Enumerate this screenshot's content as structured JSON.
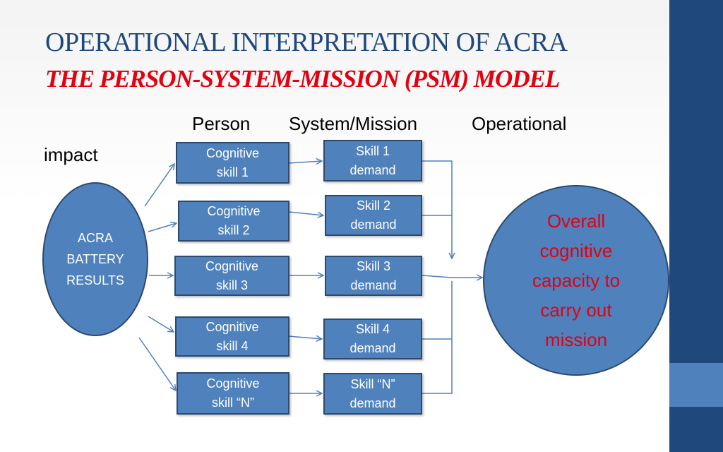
{
  "slide": {
    "title": "OPERATIONAL INTERPRETATION OF ACRA",
    "subtitle": "THE PERSON-SYSTEM-MISSION (PSM) MODEL",
    "headers": {
      "person": "Person",
      "system_mission": "System/Mission",
      "operational": "Operational",
      "impact": "impact"
    },
    "source_node": "ACRA\nBATTERY\nRESULTS",
    "cognitive_skills": [
      "Cognitive\nskill 1",
      "Cognitive\nskill 2",
      "Cognitive\nskill 3",
      "Cognitive\nskill 4",
      "Cognitive\nskill “N”"
    ],
    "skill_demands": [
      "Skill 1\ndemand",
      "Skill 2\ndemand",
      "Skill 3\ndemand",
      "Skill 4\ndemand",
      "Skill “N”\ndemand"
    ],
    "outcome_node": "Overall\ncognitive\ncapacity to\ncarry out\nmission"
  },
  "colors": {
    "title": "#1f497d",
    "subtitle": "#e3000f",
    "box_fill": "#4f81bd",
    "box_border": "#2b4a6e",
    "outcome_text": "#e3000f",
    "sidebar_dark": "#1f497d",
    "sidebar_light": "#4f81bd",
    "connector": "#4f81bd"
  }
}
